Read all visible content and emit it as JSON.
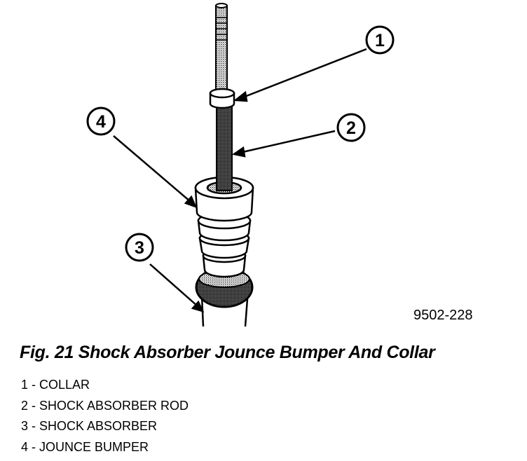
{
  "figure": {
    "code": "9502-228",
    "caption": "Fig. 21 Shock Absorber Jounce Bumper And Collar"
  },
  "callouts": [
    {
      "number": "1",
      "label": "COLLAR"
    },
    {
      "number": "2",
      "label": "SHOCK ABSORBER ROD"
    },
    {
      "number": "3",
      "label": "SHOCK ABSORBER"
    },
    {
      "number": "4",
      "label": "JOUNCE BUMPER"
    }
  ],
  "legend": [
    "1 - COLLAR",
    "2 - SHOCK ABSORBER ROD",
    "3 - SHOCK ABSORBER",
    "4 - JOUNCE BUMPER"
  ]
}
